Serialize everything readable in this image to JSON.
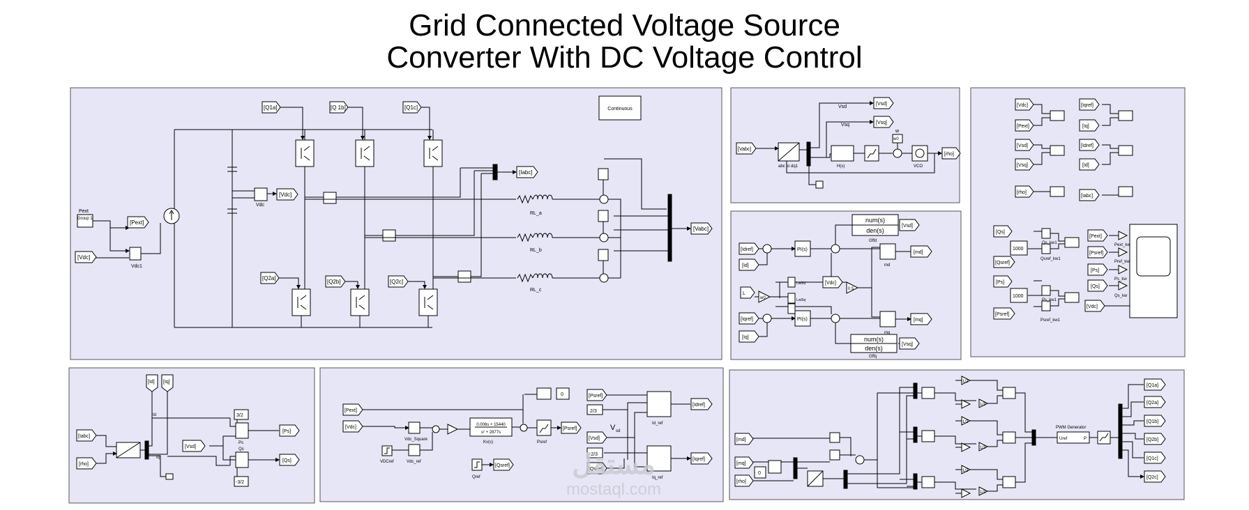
{
  "title": {
    "line1": "Grid Connected Voltage Source",
    "line2": "Converter With DC Voltage Control"
  },
  "colors": {
    "panel_fill": "#e6e6f7",
    "panel_stroke": "#555555",
    "wire": "#000000",
    "tag_fill": "#ffffff"
  },
  "power_stage": {
    "continuous": "Continuous",
    "pext_label": "Pext",
    "pext_sub": "Group 1",
    "vdc1": "Vdc1",
    "vdc": "Vdc",
    "rl_a": "RL_a",
    "rl_b": "RL_b",
    "rl_c": "RL_c",
    "tags": {
      "q1a": "[Q1a]",
      "q1b": "[Q 1b]",
      "q1c": "[Q1c]",
      "q2a": "[Q2a]",
      "q2b": "[Q2b]",
      "q2c": "[Q2c]",
      "pext": "[Pext]",
      "vdc_in": "[Vdc]",
      "vdc_out": "[Vdc]",
      "iabc": "[Iabc]",
      "vabc": "[Vabc]"
    }
  },
  "pll": {
    "vsd": "Vsd",
    "vsq": "Vsq",
    "w": "w",
    "w0": "w0",
    "abc_to_dq": "abc to dq1",
    "hs": "H(s)",
    "vco": "VCO",
    "tags": {
      "vabc": "[Vabc]",
      "vsd": "[Vsd]",
      "vsq": "[Vsq]",
      "rho": "[rho]"
    }
  },
  "current_control": {
    "numden": "num(s)\nden(s)",
    "num": "num(s)",
    "den": "den(s)",
    "gffd": "Gffd",
    "gffq": "Gffq",
    "l": "L",
    "w0": "w0",
    "lw0id": "Lw0Id",
    "lw0iq": "Lw0Iq",
    "pis": "PI(s)",
    "const": "0.5",
    "md": "md",
    "mq": "mq",
    "tags": {
      "idref": "[Idref]",
      "id": "[Id]",
      "iqref": "[Iqref]",
      "iq": "[Iq]",
      "vsd": "[Vsd]",
      "vsq": "[Vsq]",
      "vdc": "[Vdc]",
      "md": "[md]",
      "mq": "[mq]"
    }
  },
  "scopes": {
    "tags_left": [
      "[Vdc]",
      "[Pext]",
      "[Vsd]",
      "[Vsq]",
      "[rho]"
    ],
    "tags_right": [
      "[Iqref]",
      "[Iq]",
      "[Idref]",
      "[Id]",
      "[Iabc]"
    ],
    "qs": "[Qs]",
    "c1000a": "1000",
    "qsref": "[Qsref]",
    "ps": "[Ps]",
    "c1000b": "1000",
    "psref": "[Psref]",
    "qs_kw1": "Qs_kw1",
    "qsref_kw1": "Qsref_kw1",
    "ps_kw1": "Ps_kw1",
    "psref_kw1": "Psref_kw1",
    "pext_t": "[Pext]",
    "pref_t": "[Psref]",
    "ps_t": "[Ps]",
    "qs_t": "[Qs]",
    "vdc_t": "[Vdc]",
    "pext_kw": "Pext_kw",
    "pref_kw": "Pref_kw",
    "ps_kw": "Ps_kw",
    "qs_kw": "Qs_kw"
  },
  "power_calc": {
    "id": "Id",
    "iq": "Iq",
    "c32": "3/2",
    "cm32": "-3/2",
    "ps": "Ps",
    "qs": "Qs",
    "tags": {
      "id": "[Id]",
      "iq": "[Iq]",
      "iabc": "[Iabc]",
      "rho": "[rho]",
      "vsd": "[Vsd]",
      "ps": "[Ps]",
      "qs": "[Qs]"
    }
  },
  "dc_control": {
    "pext": "[Pext]",
    "vdc": "[Vdc]",
    "vdcref": "VDCref",
    "vdc_square": "Vdc_Square",
    "vdc_ref": "Vdc_ref",
    "kv_num": "0.006s + 15440",
    "kv_den": "s² + 2877s",
    "kv": "Kv(s)",
    "psref_label": "Psref",
    "psref_tag": "[Psref]",
    "zero": "0",
    "qref": "Qref",
    "qsref_tag": "[Qsref]",
    "psref_in": "[Psref]",
    "c23": "2/3",
    "vsd_in": "[Vsd]",
    "vsd_label": "V",
    "vsd_sub": "sd",
    "cm23": "-2/3",
    "qsref_in": "[Qsref]",
    "id_ref": "Id_ref",
    "iq_ref": "Iq_ref",
    "idref_out": "[Idref]",
    "iqref_out": "[Iqref]"
  },
  "pwm": {
    "md": "[md]",
    "mq": "[mq]",
    "rho": "[rho]",
    "zero": "0",
    "half": "1/2",
    "third": "1/3",
    "gen": "PWM Generator",
    "uref": "Uref",
    "p": "P",
    "outs": [
      "[Q1a]",
      "[Q2a]",
      "[Q1b]",
      "[Q2b]",
      "[Q1c]",
      "[Q2c]"
    ]
  },
  "watermark": {
    "arabic": "مستقل",
    "latin": "mostaql.com"
  }
}
